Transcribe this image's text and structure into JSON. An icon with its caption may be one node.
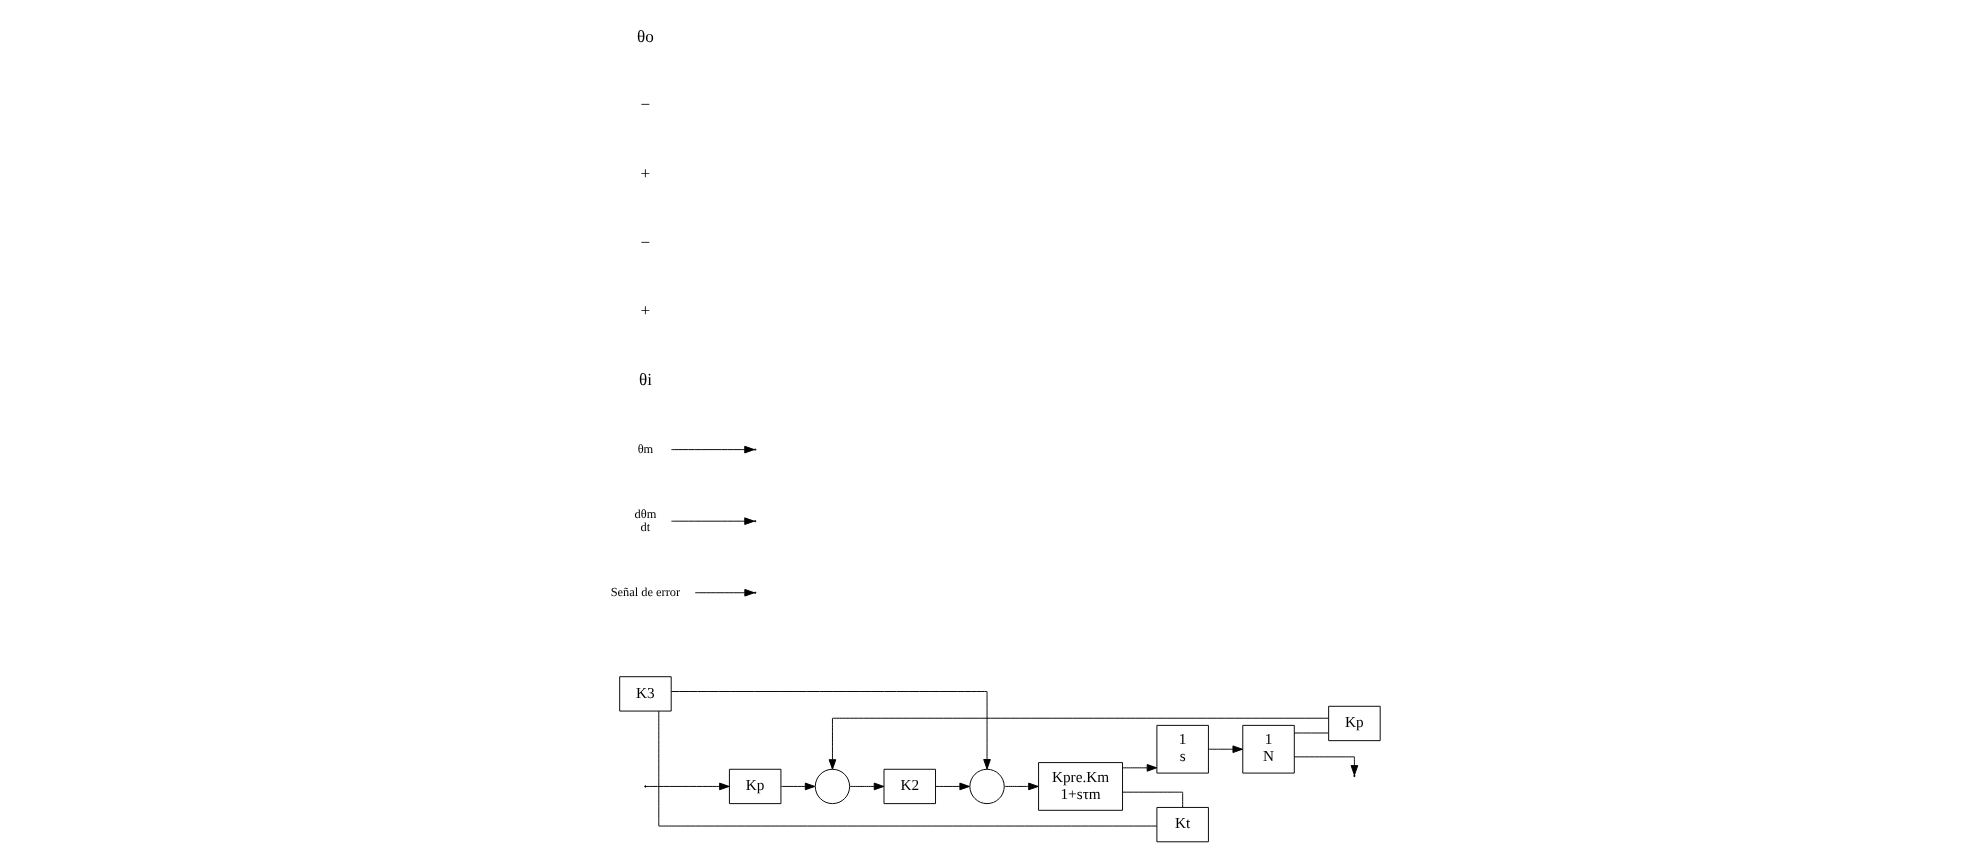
{
  "diagram": {
    "nodes": [
      {
        "text": [
          "Kp"
        ]
      },
      {
        "text": [],
        "shape": "circle"
      },
      {
        "text": [
          "K2"
        ]
      },
      {
        "text": [],
        "shape": "circle"
      },
      {
        "text": [
          "Kpre.Km",
          "1+sτm"
        ]
      },
      {
        "text": [
          "1",
          "s"
        ]
      },
      {
        "text": [
          "1",
          "N"
        ]
      },
      {
        "text": [
          "K3"
        ]
      },
      {
        "text": [
          "Kt"
        ]
      },
      {
        "text": [
          "Kp"
        ]
      },
      {
        "text": [
          "Señal de error"
        ]
      },
      {
        "text": [
          "dθm",
          "dt"
        ]
      },
      {
        "text": [
          "θm"
        ]
      }
    ],
    "edges": [
      {
        "from": null,
        "to": 0,
        "arrow": "to"
      },
      {
        "from": 0,
        "to": 1,
        "arrow": "to"
      },
      {
        "from": 1,
        "to": 2,
        "arrow": "to"
      },
      {
        "from": 2,
        "to": 3,
        "arrow": "to"
      },
      {
        "from": 3,
        "to": 4,
        "arrow": "to"
      },
      {
        "from": 4,
        "to": 5,
        "arrow": "to"
      },
      {
        "from": 5,
        "to": 6,
        "arrow": "to"
      },
      {
        "from": 6,
        "to": null,
        "arrow": "to"
      },
      {
        "from": 4,
        "to": 8,
        "arrow": "none"
      },
      {
        "from": 8,
        "to": 7,
        "arrow": "none"
      },
      {
        "from": 7,
        "to": 3,
        "arrow": "to"
      },
      {
        "from": 6,
        "to": 9,
        "arrow": "none"
      },
      {
        "from": 9,
        "to": 1,
        "arrow": "to"
      },
      {
        "from": 10,
        "to": null,
        "arrow": "to"
      },
      {
        "from": 11,
        "to": null,
        "arrow": "to"
      },
      {
        "from": 12,
        "to": null,
        "arrow": "to"
      }
    ],
    "labels": [
      "θi",
      "+",
      "−",
      "+",
      "−",
      "θo"
    ]
  }
}
